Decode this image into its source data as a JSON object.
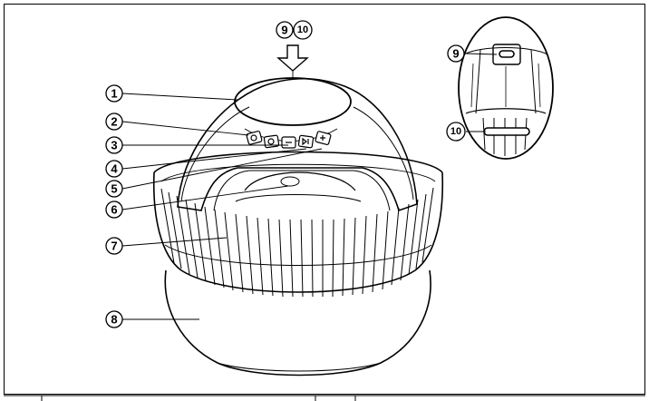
{
  "callouts": {
    "c1": "1",
    "c2": "2",
    "c3": "3",
    "c4": "4",
    "c5": "5",
    "c6": "6",
    "c7": "7",
    "c8": "8",
    "c9": "9",
    "c10": "10",
    "c9_top": "9",
    "c10_top": "10"
  },
  "colors": {
    "line": "#000000",
    "background": "#ffffff"
  },
  "icons": [
    "power-icon",
    "gear-icon",
    "minus-icon",
    "play-pause-icon",
    "plus-icon",
    "usb-c-port-icon",
    "light-strip-icon",
    "arrow-down-icon"
  ]
}
